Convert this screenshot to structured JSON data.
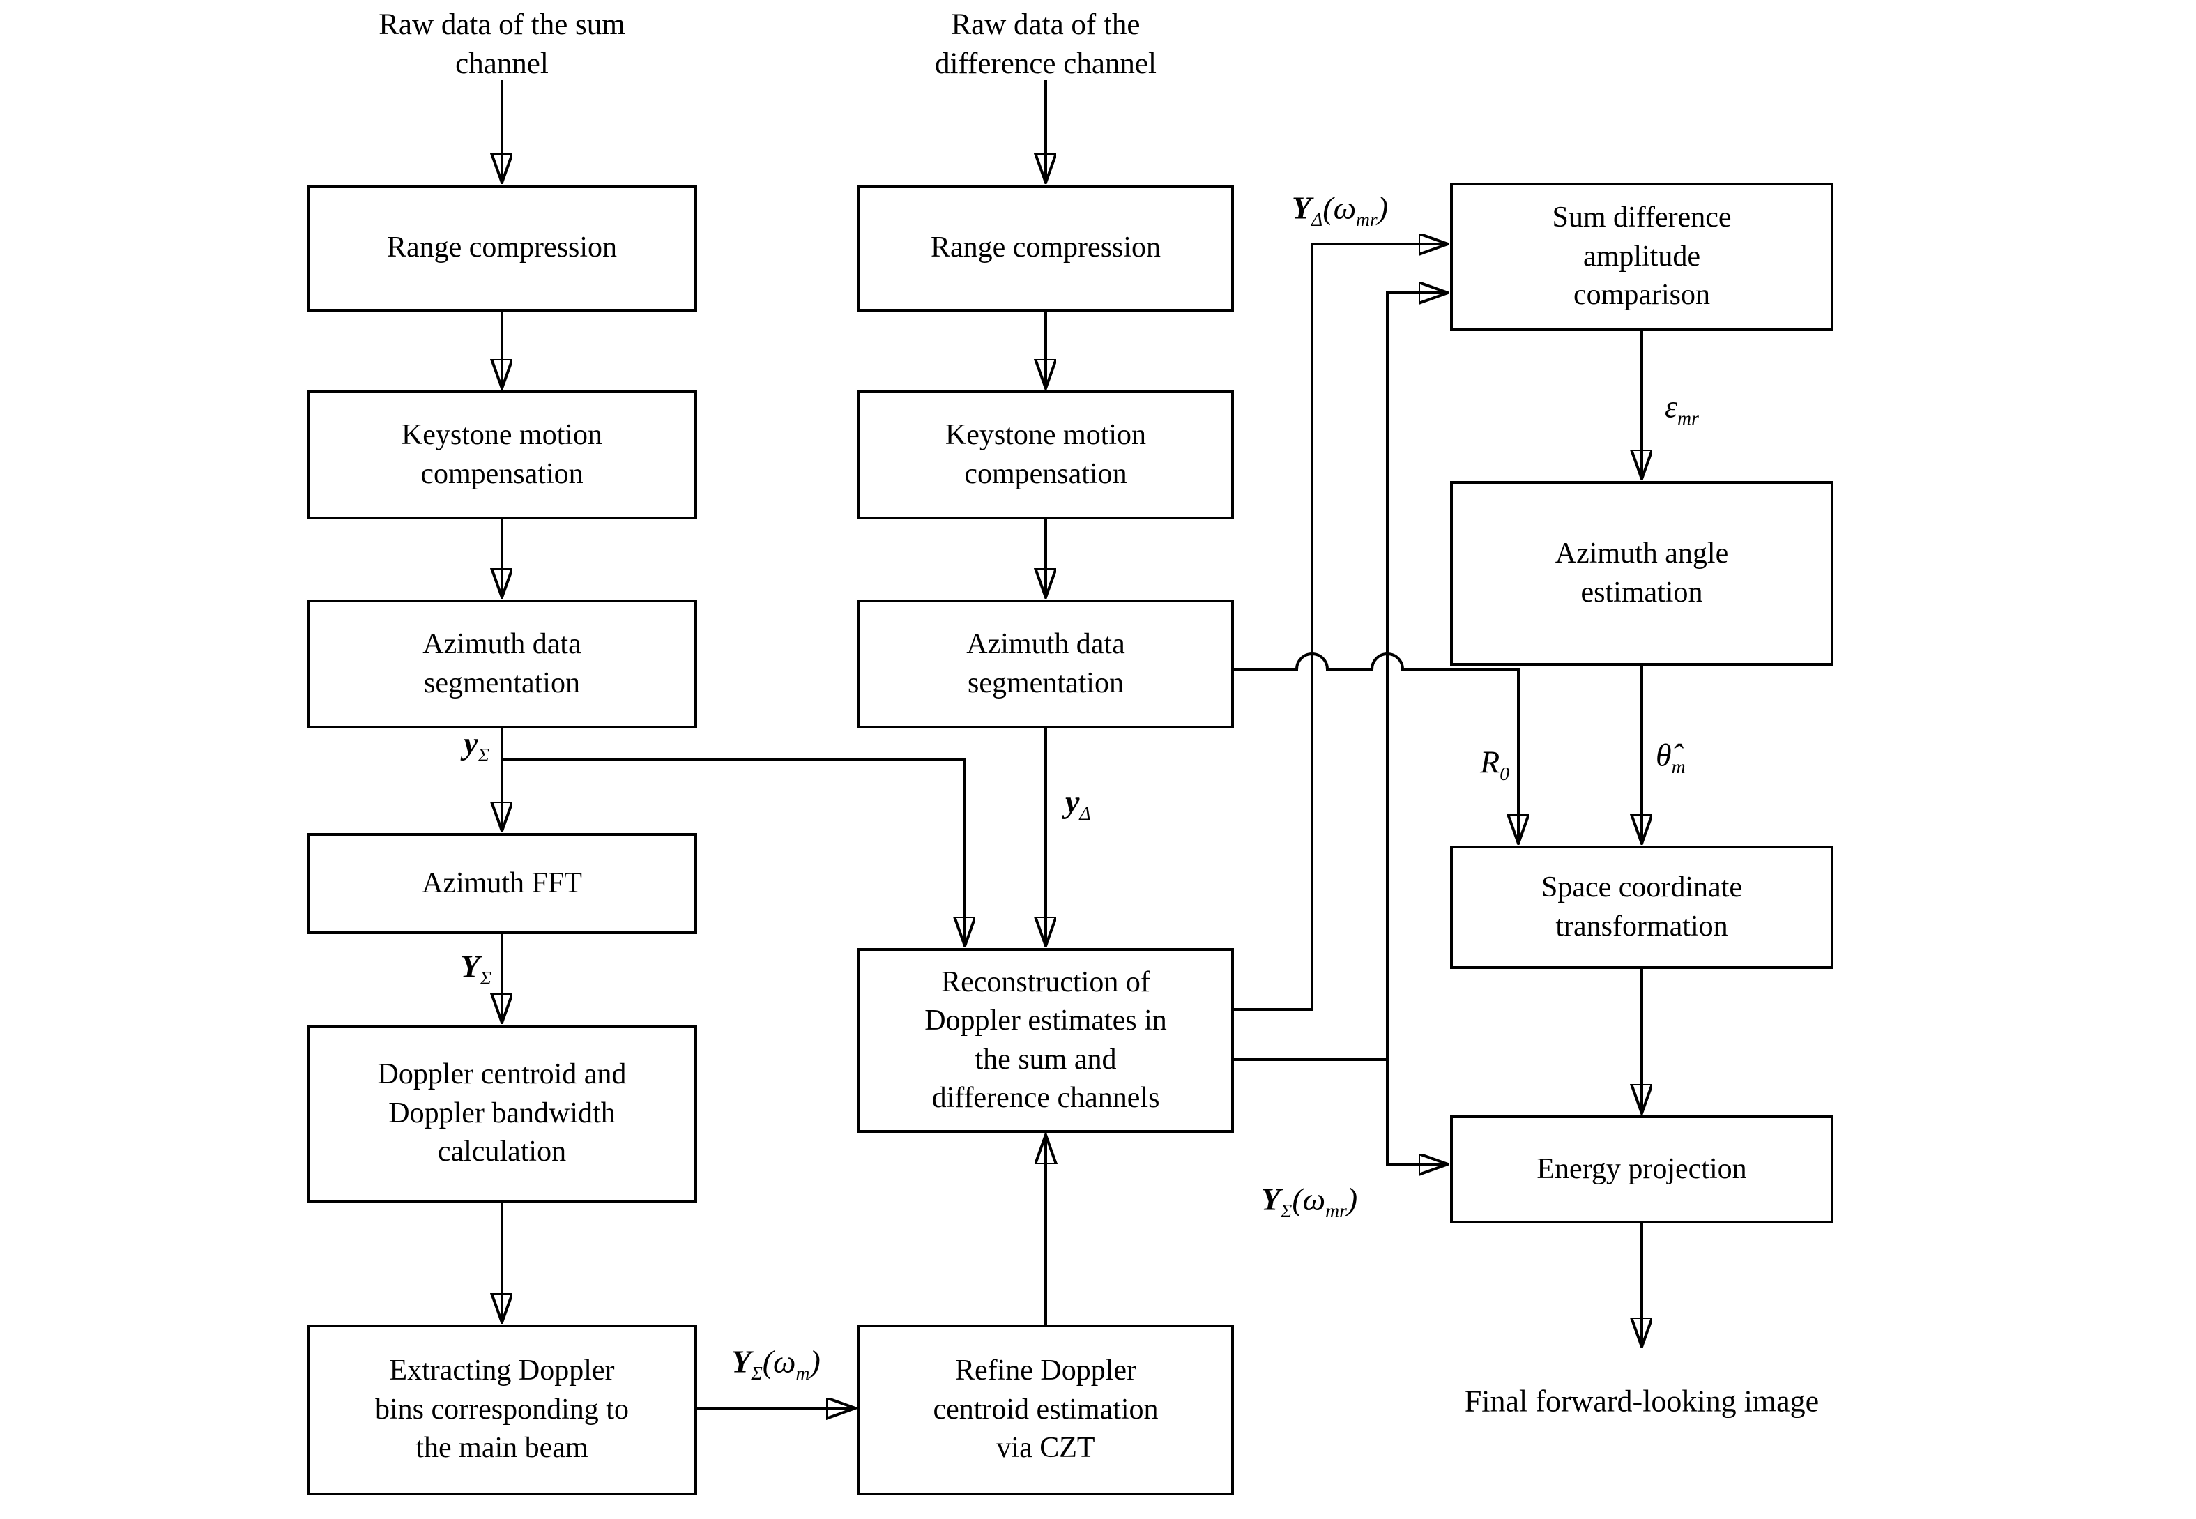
{
  "colors": {
    "line": "#000000",
    "background": "#ffffff",
    "text": "#000000"
  },
  "captions": {
    "sum_channel": "Raw data of the sum\nchannel",
    "difference_channel": "Raw data of the\ndifference channel"
  },
  "boxes": {
    "range_compression_sum": "Range compression",
    "keystone_sum": "Keystone motion\ncompensation",
    "azimuth_segmentation_sum": "Azimuth data\nsegmentation",
    "azimuth_fft": "Azimuth FFT",
    "doppler_centroid": "Doppler centroid and\nDoppler bandwidth\ncalculation",
    "extracting_doppler_bins": "Extracting Doppler\nbins corresponding to\nthe main beam",
    "range_compression_diff": "Range compression",
    "keystone_diff": "Keystone motion\ncompensation",
    "azimuth_segmentation_diff": "Azimuth data\nsegmentation",
    "reconstruction": "Reconstruction of\nDoppler estimates in\nthe sum and\ndifference channels",
    "refine_czt": "Refine Doppler\ncentroid estimation\nvia CZT",
    "sum_difference_comparison": "Sum difference\namplitude\ncomparison",
    "azimuth_angle_estimation": "Azimuth angle\nestimation",
    "space_coordinate_transformation": "Space coordinate\ntransformation",
    "energy_projection": "Energy projection"
  },
  "signal_labels": {
    "y_sigma": "**y**_{Σ}",
    "Y_sigma": "**Y**_{Σ}",
    "y_delta": "**y**_{Δ}",
    "Y_sigma_omega_m": "**Y**_{Σ}(ω_{m})",
    "Y_delta_omega_mr": "**Y**_{Δ}(ω_{mr})",
    "Y_sigma_omega_mr": "**Y**_{Σ}(ω_{mr})",
    "epsilon_mr": "ε_{mr}",
    "R0": "R_{0}",
    "theta_hat_m": "θ̂_{m}"
  },
  "final_text": "Final forward-looking image"
}
